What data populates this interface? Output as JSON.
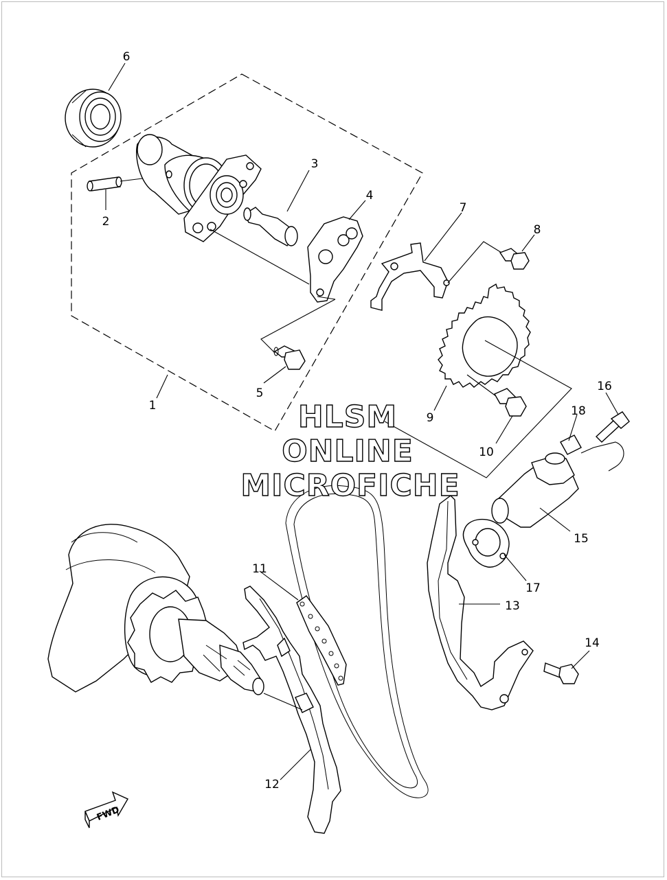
{
  "callouts": {
    "c1": "1",
    "c2": "2",
    "c3": "3",
    "c4": "4",
    "c5": "5",
    "c6": "6",
    "c7": "7",
    "c8": "8",
    "c9": "9",
    "c10": "10",
    "c11": "11",
    "c12": "12",
    "c13": "13",
    "c14": "14",
    "c15": "15",
    "c16": "16",
    "c17": "17",
    "c18": "18"
  },
  "watermark": {
    "line1": "HLSM",
    "line2": "ONLINE",
    "line3": "MICROFICHE"
  },
  "direction_badge": "FWD"
}
